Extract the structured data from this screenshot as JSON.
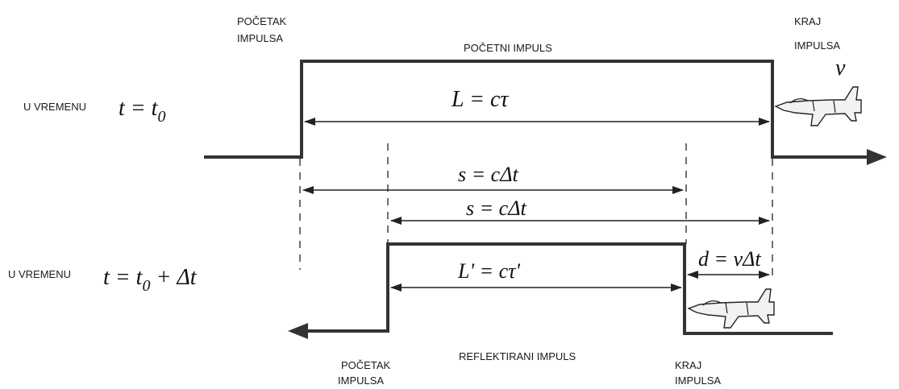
{
  "labels": {
    "start_top": [
      "POČETAK",
      "IMPULSA"
    ],
    "end_top": [
      "KRAJ",
      "IMPULSA"
    ],
    "initial_pulse": "POČETNI IMPULS",
    "time_top": "U VREMENU",
    "time_bottom": "U VREMENU",
    "reflected_pulse": "REFLEKTIRANI IMPULS",
    "start_bottom": [
      "POČETAK",
      "IMPULSA"
    ],
    "end_bottom": [
      "KRAJ",
      "IMPULSA"
    ]
  },
  "math": {
    "t_top": "t = t",
    "t_top_sub": "0",
    "t_bottom": "t = t",
    "t_bottom_sub": "0",
    "t_bottom_tail": " + Δt",
    "L": "L = cτ",
    "s1": "s = cΔt",
    "s2": "s = cΔt",
    "Lprime": "L' = cτ'",
    "d": "d = vΔt",
    "v": "v"
  },
  "icons": {
    "plane_top": "jet-plane-icon",
    "plane_bottom": "jet-plane-icon"
  }
}
